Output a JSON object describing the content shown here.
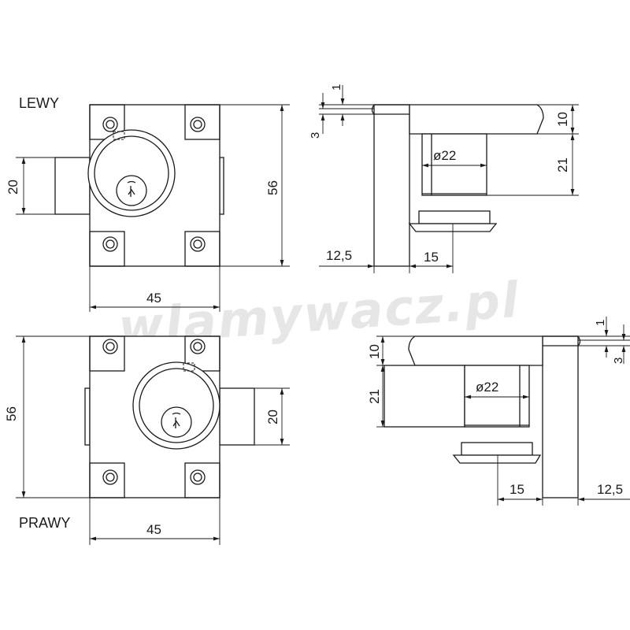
{
  "watermark": "wlamywacz.pl",
  "left_lock": {
    "label": "LEWY",
    "front": {
      "width": "45",
      "height": "56",
      "bolt": "20"
    },
    "side": {
      "top_gap": "1",
      "plate": "3",
      "flange": "10",
      "body": "21",
      "diameter": "ø22",
      "offset": "12,5",
      "depth": "15"
    }
  },
  "right_lock": {
    "label": "PRAWY",
    "front": {
      "width": "45",
      "height": "56",
      "bolt": "20"
    },
    "side": {
      "top_gap": "1",
      "plate": "3",
      "flange": "10",
      "body": "21",
      "diameter": "ø22",
      "offset": "12,5",
      "depth": "15"
    }
  },
  "colors": {
    "line": "#1a1a1a",
    "watermark": "#e6e6e6",
    "background": "#ffffff"
  }
}
